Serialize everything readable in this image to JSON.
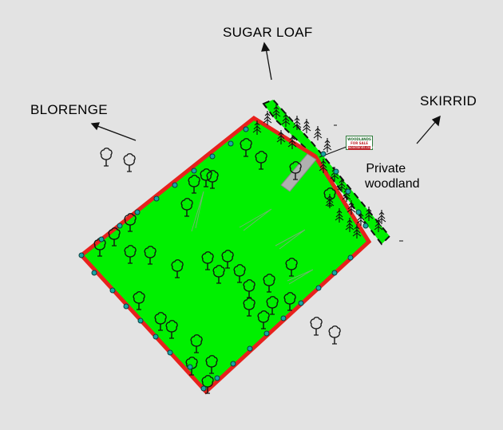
{
  "directions": {
    "sugar_loaf": "SUGAR LOAF",
    "blorenge": "BLORENGE",
    "skirrid": "SKIRRID"
  },
  "areas": {
    "private_line1": "Private",
    "private_line2": "woodland"
  },
  "sign": {
    "line1": "WOODLANDS",
    "line2": "FOR SALE",
    "line3": "woodlands.co.uk"
  },
  "colors": {
    "background": "#e3e3e3",
    "plot_fill": "#00f000",
    "boundary": "#e8211d",
    "fence_posts": "#1aa6a6",
    "neighbour_strip": "#00f000",
    "track": "#b0b0b0"
  }
}
